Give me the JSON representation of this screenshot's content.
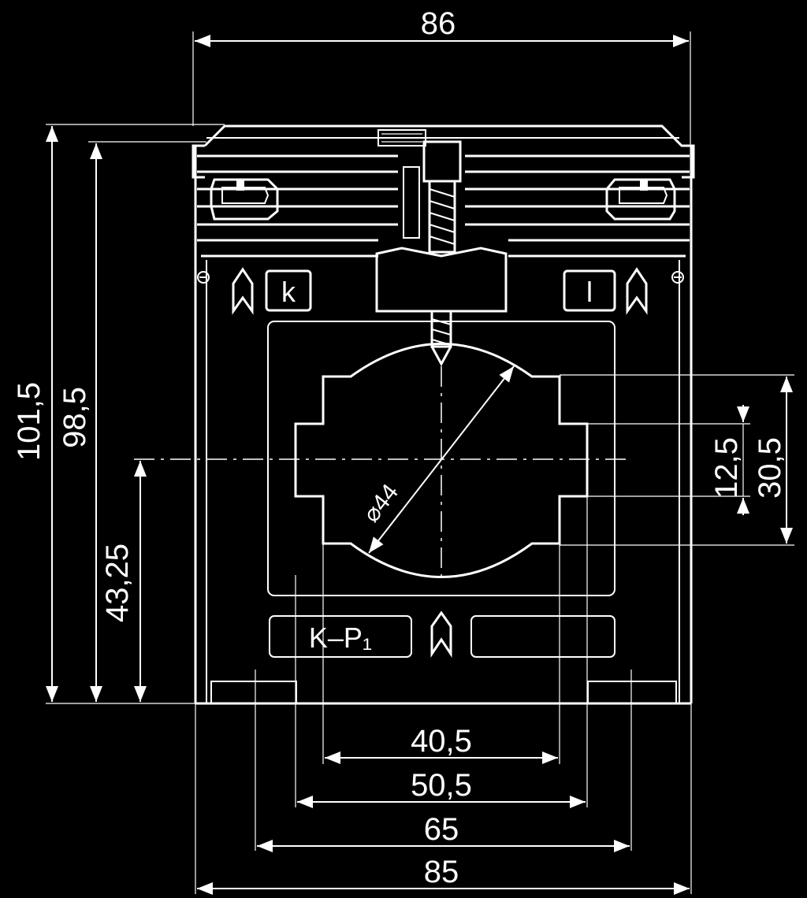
{
  "dimensions": {
    "overall_width": "86",
    "overall_height": "101,5",
    "body_height": "98,5",
    "center_height": "43,25",
    "window_inner_height": "12,5",
    "window_outer_height": "30,5",
    "window_width_inner": "40,5",
    "window_width_outer": "50,5",
    "mounting_spacing": "65",
    "base_width": "85",
    "diameter": "⌀44"
  },
  "markings": {
    "terminal_k": "k",
    "terminal_l": "l",
    "primary_label": "K–P₁"
  }
}
